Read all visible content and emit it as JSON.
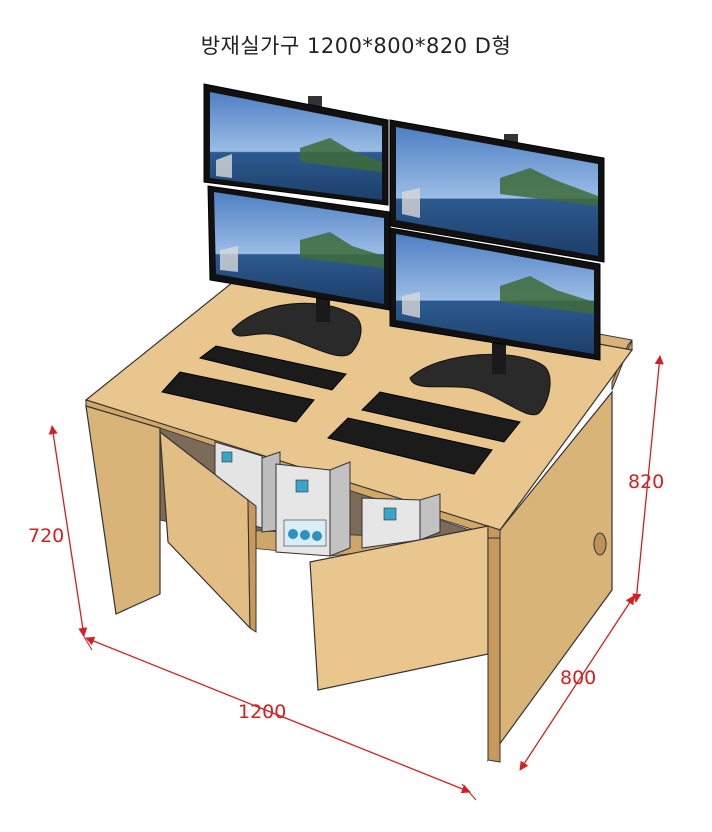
{
  "title": "방재실가구 1200*800*820 D형",
  "dimensions": {
    "width": "1200",
    "depth": "800",
    "height": "820",
    "inner_height": "720"
  },
  "colors": {
    "wood": "#e6c38a",
    "wood_dark": "#d2a868",
    "wood_side": "#c8995c",
    "edge": "#333333",
    "dimension": "#d42020",
    "screen_frame": "#111111",
    "sky": "#6f9ad4",
    "sea": "#2a4f86"
  },
  "icons": [
    "monitor-icon",
    "keyboard-icon",
    "computer-tower-icon",
    "cable-grommet-icon"
  ]
}
